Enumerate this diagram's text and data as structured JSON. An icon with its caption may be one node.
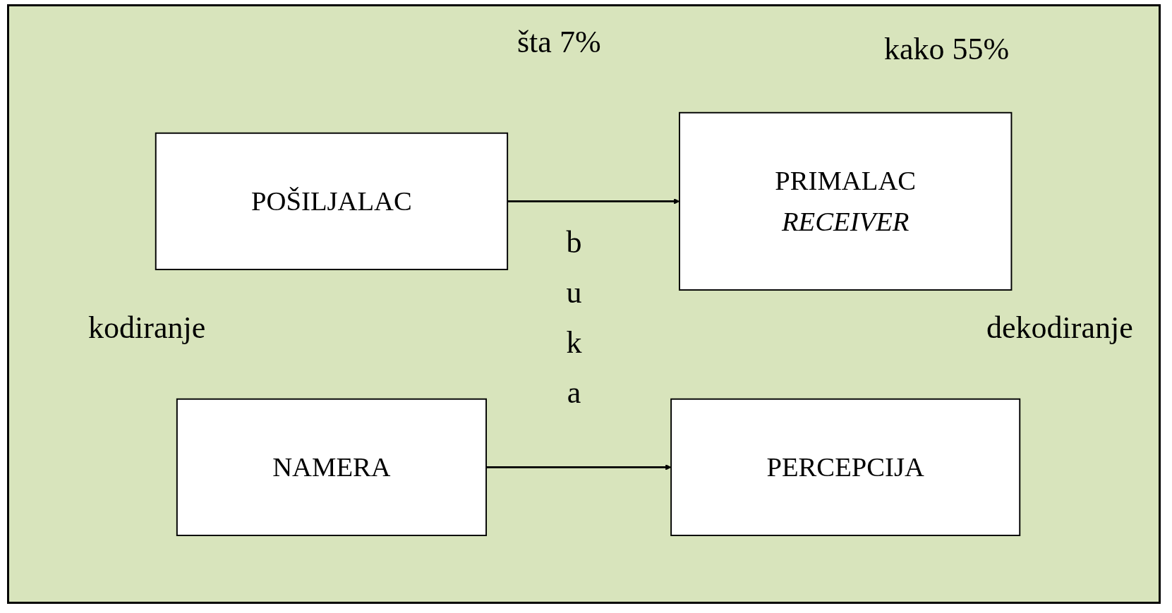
{
  "diagram": {
    "nodes": [
      {
        "text": [
          "POŠILJALAC"
        ]
      },
      {
        "text": [
          "PRIMALAC",
          "RECEIVER"
        ]
      },
      {
        "text": [
          "NAMERA"
        ]
      },
      {
        "text": [
          "PERCEPCIJA"
        ]
      }
    ],
    "edges": [
      {
        "from": 0,
        "to": 1,
        "arrow": "to"
      },
      {
        "from": 2,
        "to": 3,
        "arrow": "to"
      }
    ],
    "labels": [
      "šta 7%",
      "kako 55%",
      "kodiranje",
      "buka",
      "dekodiranje"
    ]
  }
}
